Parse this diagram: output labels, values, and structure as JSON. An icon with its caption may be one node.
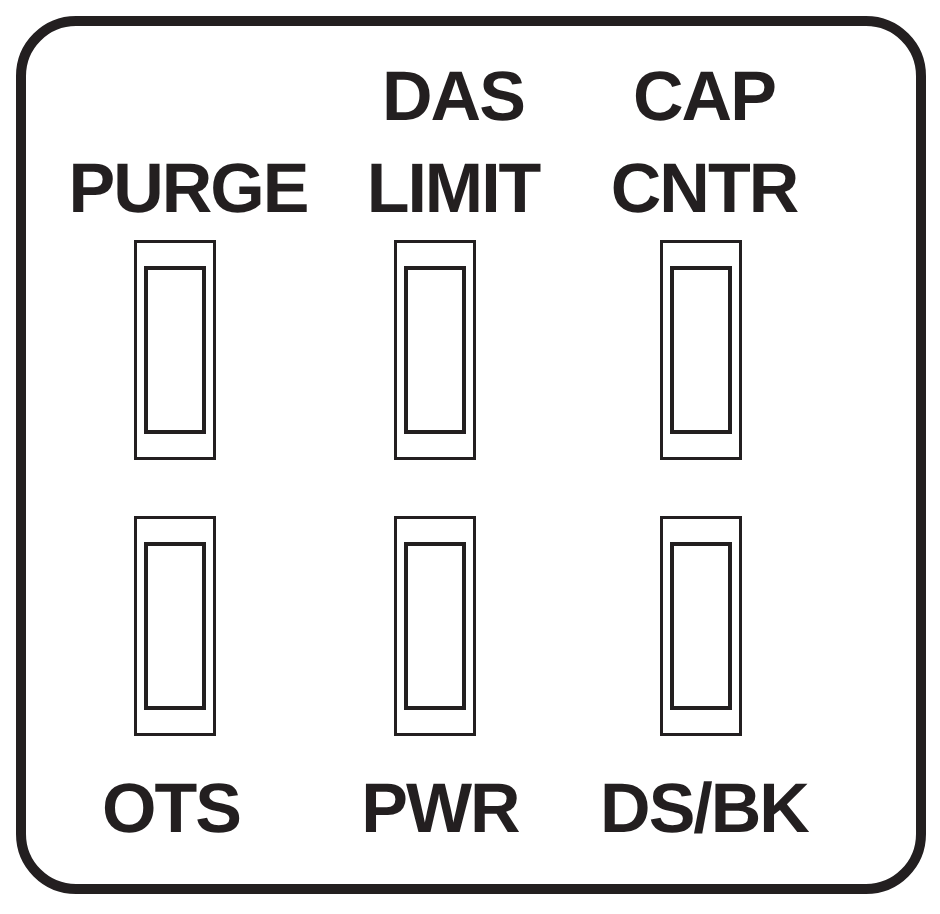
{
  "diagram": {
    "nodes": [
      {
        "text": [],
        "shape": "box"
      },
      {
        "text": [
          "PURGE"
        ],
        "in": 0
      },
      {
        "text": [
          "DAS LIMIT"
        ],
        "in": 0
      },
      {
        "text": [
          "CAP CNTR"
        ],
        "in": 0
      },
      {
        "text": [
          "OTS"
        ],
        "in": 0
      },
      {
        "text": [
          "PWR"
        ],
        "in": 0
      },
      {
        "text": [
          "DS/BK"
        ],
        "in": 0
      }
    ]
  }
}
